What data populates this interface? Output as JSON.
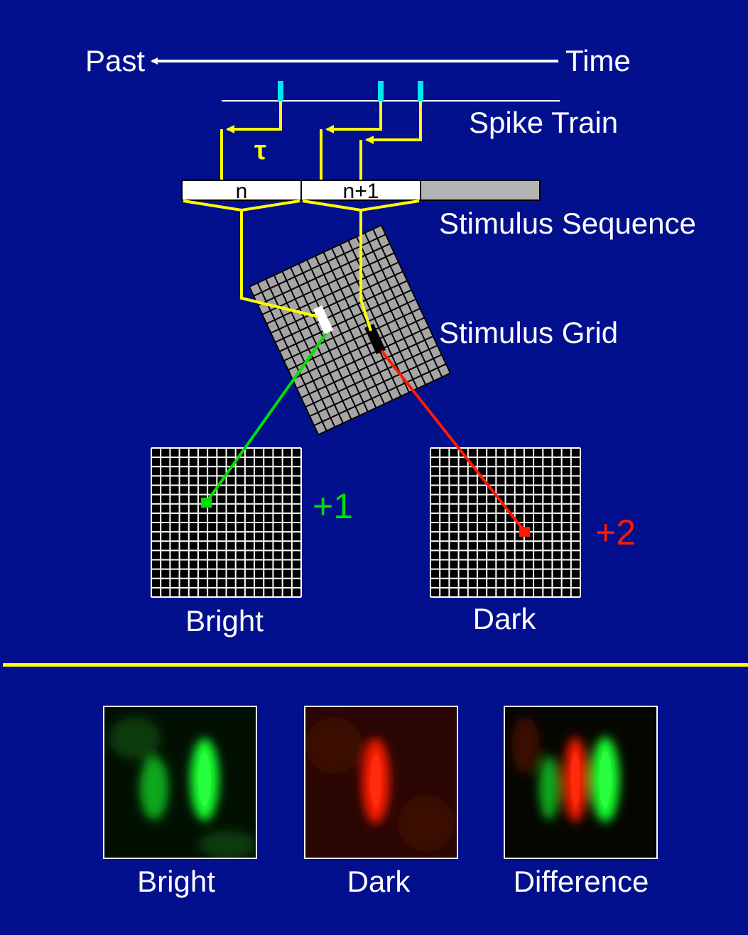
{
  "labels": {
    "past": "Past",
    "time": "Time",
    "spike_train": "Spike Train",
    "tau": "τ",
    "stim_n": "n",
    "stim_n1": "n+1",
    "stimulus_sequence": "Stimulus Sequence",
    "stimulus_grid": "Stimulus Grid",
    "plus_one": "+1",
    "plus_two": "+2",
    "bright_grid": "Bright",
    "dark_grid": "Dark",
    "map_bright": "Bright",
    "map_dark": "Dark",
    "map_difference": "Difference"
  },
  "colors": {
    "background": "#03108e",
    "text": "#ffffff",
    "yellow": "#ffff00",
    "cyan": "#00e5f0",
    "green": "#00e000",
    "red": "#ff1a00",
    "gray": "#a6a6a6"
  }
}
